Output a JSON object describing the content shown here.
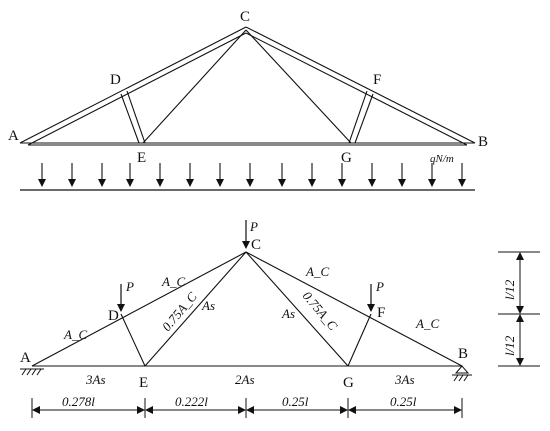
{
  "top_diagram": {
    "nodes": {
      "A": "A",
      "B": "B",
      "C": "C",
      "D": "D",
      "E": "E",
      "F": "F",
      "G": "G"
    },
    "load_label": "qN/m"
  },
  "bottom_diagram": {
    "nodes": {
      "A": "A",
      "B": "B",
      "C": "C",
      "D": "D",
      "E": "E",
      "F": "F",
      "G": "G"
    },
    "loads": {
      "P_C": "P",
      "P_D": "P",
      "P_F": "P"
    },
    "members": {
      "AD": "A_C",
      "DC": "A_C",
      "CF": "A_C",
      "FB": "A_C",
      "EC_area": "0.75A_C",
      "EC_as": "As",
      "GC_area": "0.75A_C",
      "GC_as": "As",
      "AE": "3As",
      "EG": "2As",
      "GB": "3As"
    },
    "dimensions": [
      "0.278l",
      "0.222l",
      "0.25l",
      "0.25l"
    ],
    "height_dims": [
      "l/12",
      "l/12"
    ]
  }
}
